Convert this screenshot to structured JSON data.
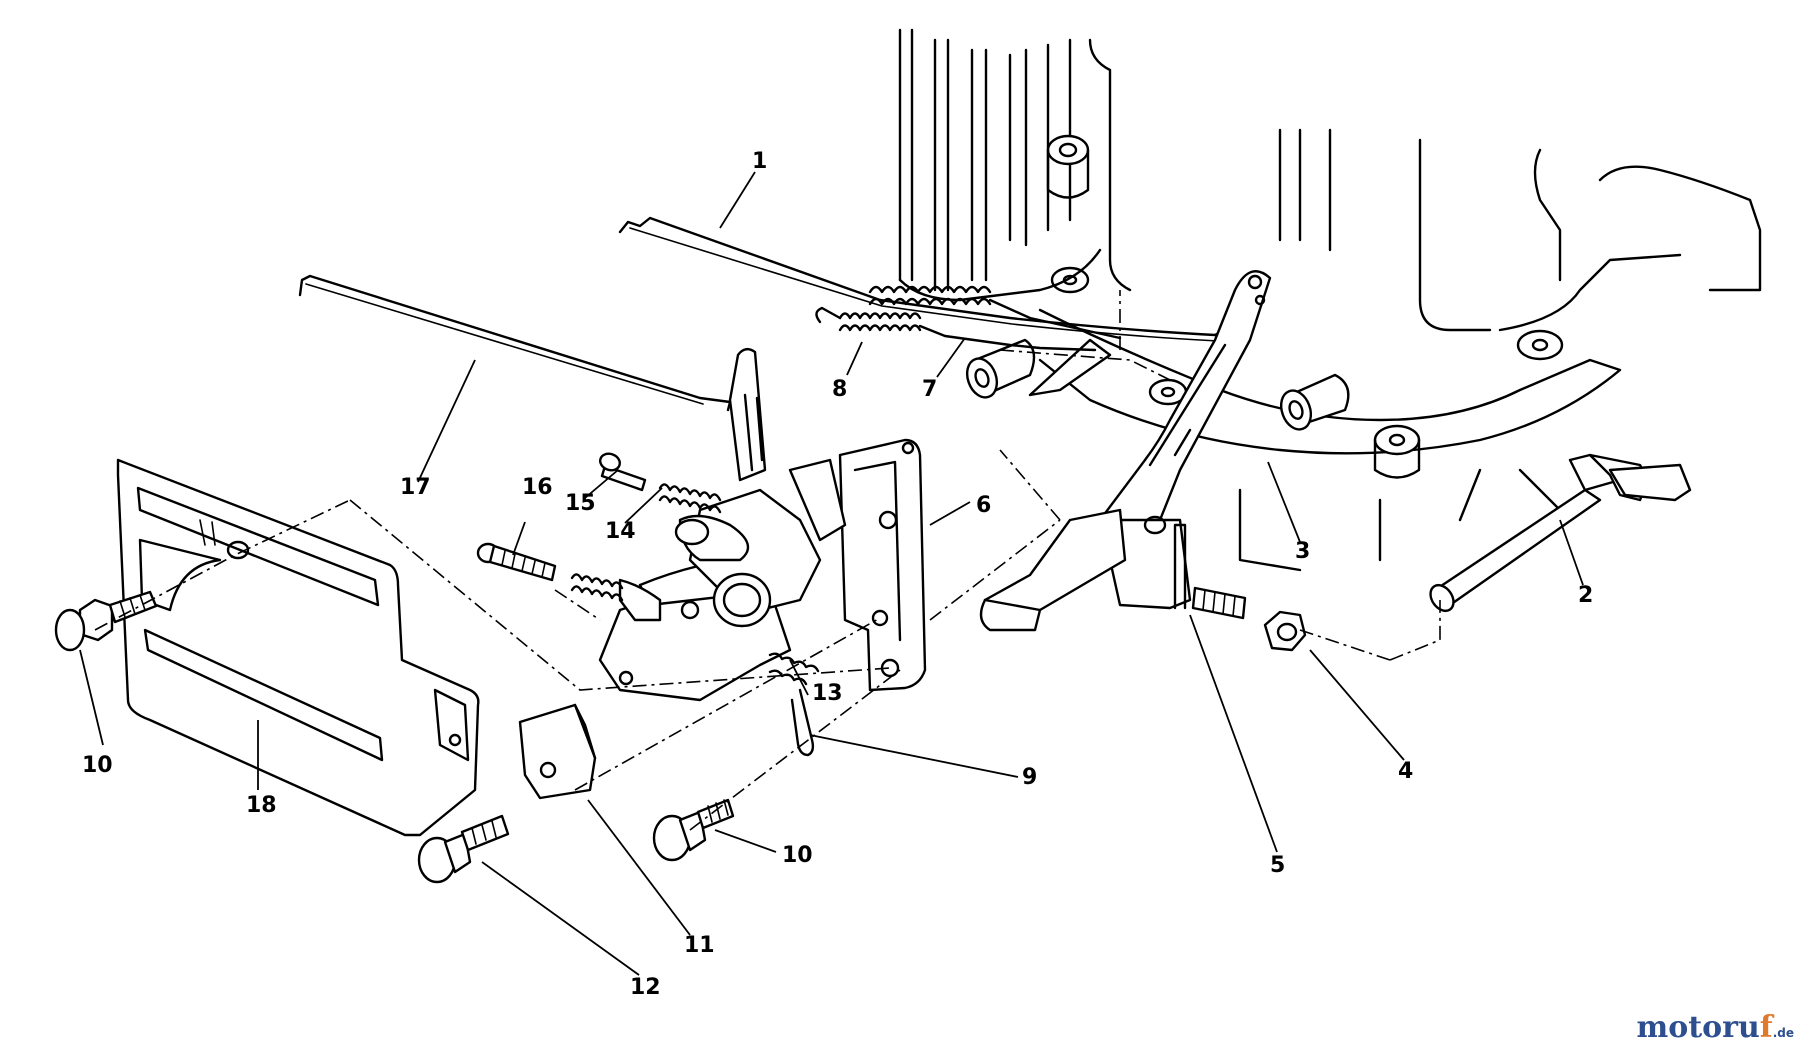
{
  "callouts": [
    "1",
    "2",
    "3",
    "4",
    "5",
    "6",
    "7",
    "8",
    "9",
    "10",
    "10",
    "11",
    "12",
    "13",
    "14",
    "15",
    "16",
    "17",
    "18"
  ],
  "watermark": {
    "main": "motoru",
    "accent": "f",
    "suffix": ".de"
  }
}
